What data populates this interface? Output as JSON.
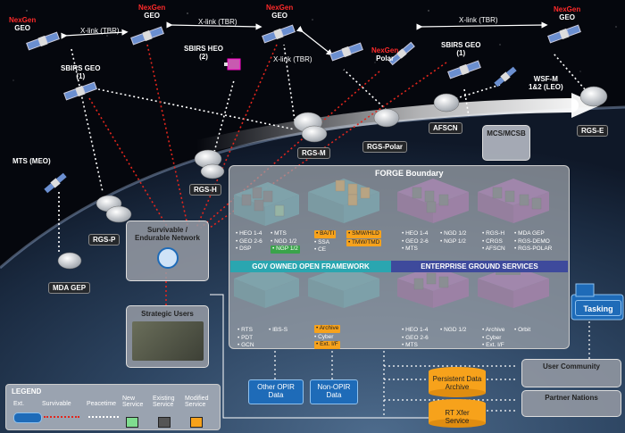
{
  "satellites": {
    "nexgen_label": "NexGen",
    "geo": "GEO",
    "polar": "Polar",
    "sbirs_geo_1": "SBIRS GEO",
    "sbirs_geo_1b": "(1)",
    "sbirs_heo": "SBIRS HEO",
    "sbirs_heo_n": "(2)",
    "sbirs_geo_r": "SBIRS GEO",
    "sbirs_geo_rn": "(1)",
    "wsf_m": "WSF-M",
    "wsf_m2": "1&2 (LEO)",
    "mts": "MTS (MEO)"
  },
  "links": {
    "xlink1": "X-link (TBR)",
    "xlink2": "X-link (TBR)",
    "xlink3": "X-link (TBR)",
    "xlink4": "X-link (TBR)"
  },
  "ground": {
    "rgs_m": "RGS-M",
    "rgs_polar": "RGS-Polar",
    "afscn": "AFSCN",
    "rgs_e": "RGS-E",
    "rgs_h": "RGS-H",
    "rgs_p": "RGS-P",
    "mcs": "MCS/MCSB",
    "mda": "MDA GEP"
  },
  "forge": {
    "title": "FORGE Boundary",
    "band_left": "GOV OWNED OPEN FRAMEWORK",
    "band_right": "ENTERPRISE GROUND SERVICES",
    "cells_top": [
      {
        "lines_a": [
          "• HEO 1-4",
          "• GEO 2-6",
          "• DSP"
        ],
        "lines_b": [
          "• MTS",
          "• NGD 1/2"
        ],
        "green": "• NGP 1/2"
      },
      {
        "orange_a": [
          "• BA/TI"
        ],
        "lines_a": [
          "• SSA",
          "• CE"
        ],
        "orange_b": [
          "• SMW/HLD",
          "• TMW/TMD"
        ]
      },
      {
        "lines_a": [
          "• HEO 1-4",
          "• GEO 2-6",
          "• MTS"
        ],
        "lines_b": [
          "• NGD 1/2",
          "• NGP 1/2"
        ]
      },
      {
        "lines_a": [
          "• RGS-H",
          "• CRGS",
          "• AFSCN"
        ],
        "lines_b": [
          "• MDA GEP",
          "• RGS-DEMO",
          "• RGS-POLAR"
        ]
      }
    ],
    "cells_bottom": [
      {
        "lines_a": [
          "• RTS",
          "• PDT",
          "• GCN"
        ],
        "lines_b": [
          "• IBS-S"
        ]
      },
      {
        "orange_a": [
          "• Archive"
        ],
        "lines_a": [
          "• Cyber"
        ],
        "orange_b": [
          "• Ext. I/F"
        ]
      },
      {
        "lines_a": [
          "• HEO 1-4",
          "• GEO 2-6",
          "• MTS"
        ],
        "lines_b": [
          "• NGD 1/2"
        ]
      },
      {
        "lines_a": [
          "• Archive",
          "• Cyber",
          "• Ext. I/F"
        ],
        "lines_b": [
          "• Orbit"
        ]
      }
    ]
  },
  "panels": {
    "survivable": "Survivable / Endurable Network",
    "strategic": "Strategic Users",
    "tasking": "Tasking",
    "user_community": "User Community",
    "partner": "Partner Nations",
    "other_opir": "Other OPIR Data",
    "non_opir": "Non-OPIR Data",
    "persistent": "Persistent Data Archive",
    "rt_xfer": "RT Xfer Service"
  },
  "legend": {
    "title": "LEGEND",
    "ext": "Ext.",
    "survivable": "Survivable",
    "peacetime": "Peacetime",
    "new_service": "New Service",
    "existing_service": "Existing Service",
    "modified_service": "Modified Service"
  },
  "colors": {
    "teal": "#36b8c0",
    "purple": "#a52ea8",
    "orange": "#f7a21b",
    "green": "#3aa34a",
    "red_dotted": "#e3261d",
    "blue_box": "#1e6bb8"
  }
}
